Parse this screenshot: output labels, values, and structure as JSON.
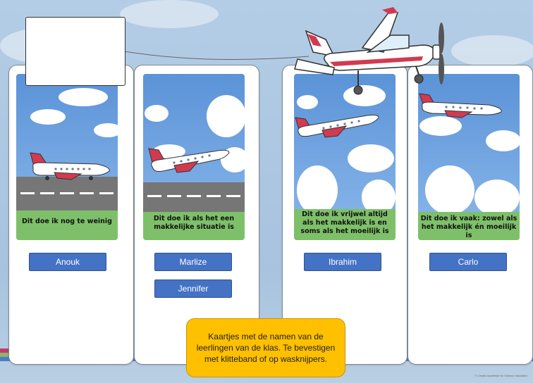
{
  "panels": [
    {
      "caption": "Dit doe ik nog te weinig",
      "names": [
        "Anouk"
      ]
    },
    {
      "caption": "Dit doe ik als het een makkelijke situatie is",
      "names": [
        "Marlize",
        "Jennifer"
      ]
    },
    {
      "caption": "Dit doe ik vrijwel altijd als het makkelijk is en soms als het moeilijk is",
      "names": [
        "Ibrahim"
      ]
    },
    {
      "caption": "Dit doe ik vaak: zowel als het makkelijk én moeilijk is",
      "names": [
        "Carlo"
      ]
    }
  ],
  "note": "Kaartjes met de namen van de leerlingen van de klas. Te bevestigen met klitteband of op wasknijpers.",
  "copyright": "© Create Academie for Science education",
  "colors": {
    "button": "#4472c4",
    "note": "#ffc000",
    "grass": "#7ec06a",
    "runway": "#767676",
    "plane_red": "#d23a50"
  }
}
